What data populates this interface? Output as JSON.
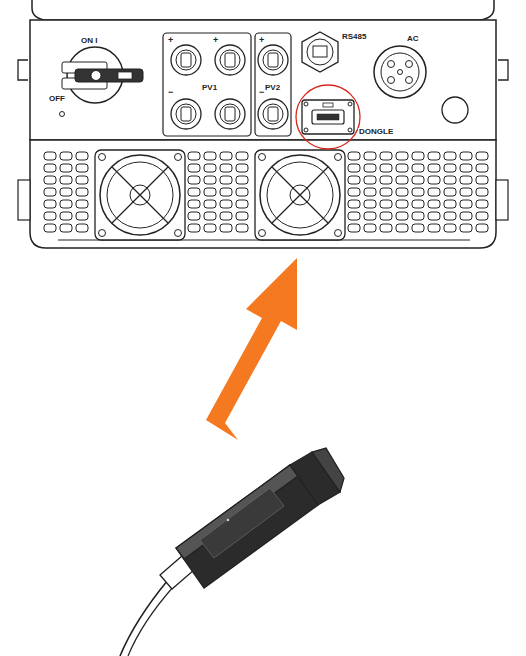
{
  "diagram": {
    "labels": [
      "ON I",
      "OFF",
      "+",
      "+",
      "−",
      "PV1",
      "+",
      "−",
      "PV2",
      "RS485",
      "AC",
      "DONGLE"
    ]
  }
}
